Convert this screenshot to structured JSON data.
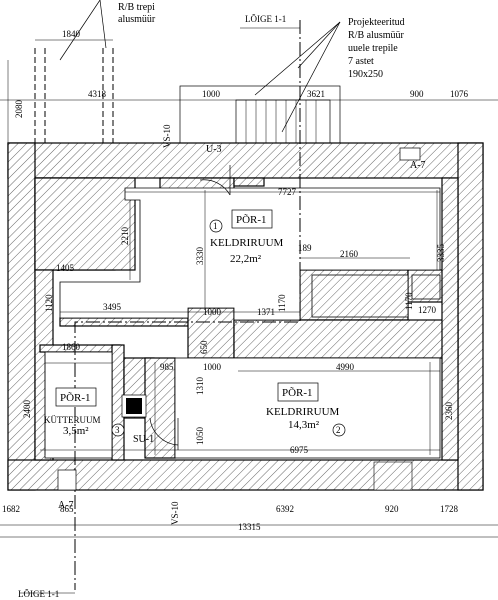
{
  "annotations": {
    "rb_trepi_1": "R/B trepi",
    "rb_trepi_2": "alusmüür",
    "projekt_1": "Projekteeritud",
    "projekt_2": "R/B alusmüür",
    "projekt_3": "uuele trepile",
    "projekt_4": "7 astet",
    "projekt_5": "190x250",
    "loige_top": "LÕIGE 1-1",
    "loige_bottom": "LÕIGE 1-1"
  },
  "dimensions": {
    "d1840": "1840",
    "d4318": "4318",
    "d2080": "2080",
    "d1000a": "1000",
    "d3621": "3621",
    "d900": "900",
    "d1076": "1076",
    "d7727": "7727",
    "d2210": "2210",
    "d3330": "3330",
    "d189": "189",
    "d2160": "2160",
    "d3335": "3335",
    "d1405": "1405",
    "d1120": "1120",
    "d3495": "3495",
    "d1000b": "1000",
    "d1371": "1371",
    "d1170a": "1170",
    "d1170b": "1170",
    "d1270": "1270",
    "d1860": "1860",
    "d650": "650",
    "d985": "985",
    "d1000c": "1000",
    "d4990": "4990",
    "d2400": "2400",
    "d1310": "1310",
    "d2360": "2360",
    "d1050": "1050",
    "d6975": "6975",
    "b1682": "1682",
    "b865": "865",
    "b6392": "6392",
    "b920": "920",
    "b1728": "1728",
    "b13315": "13315"
  },
  "rooms": {
    "por1_top_code": "PÕR-1",
    "por1_top_name": "KELDRIRUUM",
    "por1_top_area": "22,2m²",
    "por1_top_num": "1",
    "por1_right_code": "PÕR-1",
    "por1_right_name": "KELDRIRUUM",
    "por1_right_area": "14,3m²",
    "por1_right_num": "2",
    "por1_left_code": "PÕR-1",
    "por1_left_name": "KÜTTERUUM",
    "por1_left_area": "3,5m²",
    "por1_left_num": "3"
  },
  "marks": {
    "u3": "U-3",
    "su1": "SU-1",
    "vs10_top": "VS-10",
    "vs10_bottom": "VS-10",
    "a7_right": "A-7",
    "a7_bottom": "A-7"
  },
  "colors": {
    "line": "#000000",
    "background": "#ffffff"
  }
}
